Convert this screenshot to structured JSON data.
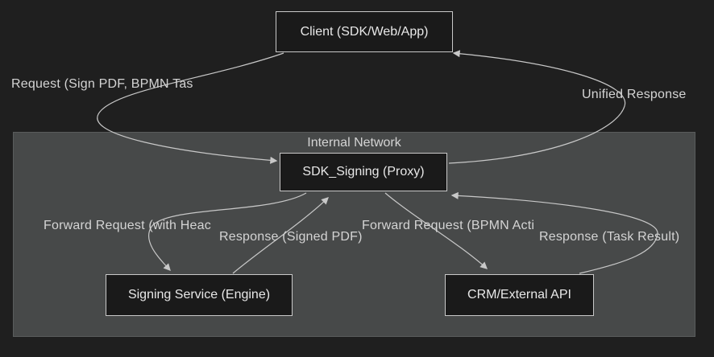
{
  "diagram": {
    "type": "flowchart",
    "cluster": {
      "label": "Internal Network"
    },
    "nodes": {
      "client": {
        "label": "Client (SDK/Web/App)"
      },
      "proxy": {
        "label": "SDK_Signing (Proxy)"
      },
      "signing": {
        "label": "Signing Service (Engine)"
      },
      "crm": {
        "label": "CRM/External API"
      }
    },
    "edges": {
      "request": {
        "from": "client",
        "to": "proxy",
        "label": "Request (Sign PDF, BPMN Tas"
      },
      "unified_response": {
        "from": "proxy",
        "to": "client",
        "label": "Unified Response"
      },
      "forward_headers": {
        "from": "proxy",
        "to": "signing",
        "label": "Forward Request (with Heac"
      },
      "response_pdf": {
        "from": "signing",
        "to": "proxy",
        "label": "Response (Signed PDF)"
      },
      "forward_bpmn": {
        "from": "proxy",
        "to": "crm",
        "label": "Forward Request (BPMN Acti"
      },
      "response_task": {
        "from": "crm",
        "to": "proxy",
        "label": "Response (Task Result)"
      }
    },
    "colors": {
      "background": "#1f1f1f",
      "cluster_fill": "#474949",
      "cluster_border": "#595c5c",
      "node_fill": "#1a1a1a",
      "node_border": "#c9c9c9",
      "node_text": "#e8e8e8",
      "edge": "#c8c8c8",
      "edge_label_text": "#d4d4d4"
    }
  }
}
